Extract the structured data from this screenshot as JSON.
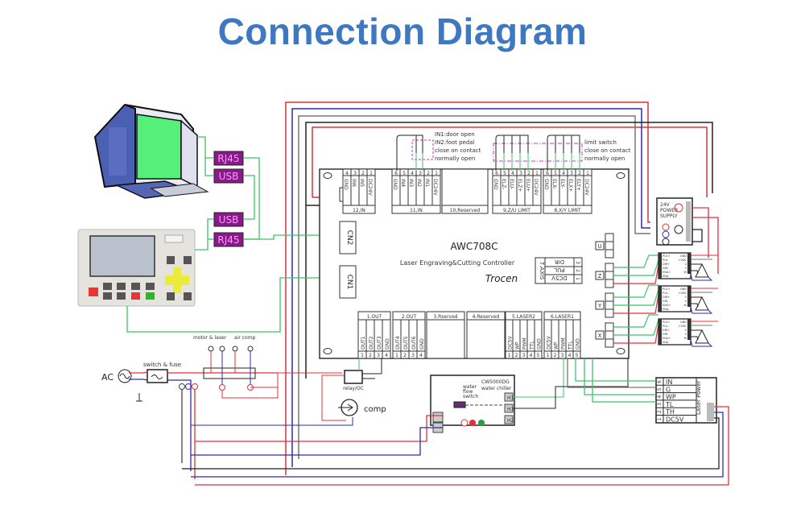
{
  "title": "Connection Diagram",
  "computer": {
    "ports": [
      "RJ45",
      "USB"
    ]
  },
  "panel": {
    "ports": [
      "USB",
      "RJ45"
    ]
  },
  "controller": {
    "model": "AWC708C",
    "subtitle": "Laser Engraving&Cutting Controller",
    "brand": "Trocen",
    "cn2": "CN2",
    "cn1": "CN1",
    "top_ports": [
      {
        "name": "12,IN",
        "pins": [
          "4",
          "3",
          "2",
          "1"
        ],
        "signals": [
          "GND",
          "IN6",
          "IN5",
          "DC24V"
        ]
      },
      {
        "name": "11,IN",
        "pins": [
          "6",
          "5",
          "4",
          "3",
          "2",
          "1"
        ],
        "signals": [
          "GND",
          "IN4",
          "IN3",
          "IN2",
          "IN1",
          "DC24V"
        ]
      },
      {
        "name": "10,Reserved",
        "pins": [],
        "signals": []
      },
      {
        "name": "9,Z/U LIMIT",
        "pins": [
          "6",
          "5",
          "4",
          "3",
          "2",
          "1"
        ],
        "signals": [
          "GND",
          "ELZ-",
          "ELU-",
          "ELZ+",
          "ELU+",
          "DC24V"
        ]
      },
      {
        "name": "8,X/Y LIMIT",
        "pins": [
          "6",
          "5",
          "4",
          "3",
          "2",
          "1"
        ],
        "signals": [
          "GND",
          "ELX-",
          "ELY-",
          "ELX+",
          "ELY+",
          "DC24V"
        ]
      }
    ],
    "bottom_ports": [
      {
        "name": "1.OUT",
        "pins": [
          "1",
          "2",
          "3",
          "4"
        ],
        "signals": [
          "OUT1",
          "OUT2",
          "OUT3",
          "GND"
        ]
      },
      {
        "name": "2.OUT",
        "pins": [
          "1",
          "2",
          "3",
          "4"
        ],
        "signals": [
          "OUT4",
          "OUT5",
          "OUT6",
          "GND"
        ]
      },
      {
        "name": "3.Rserved",
        "pins": [],
        "signals": []
      },
      {
        "name": "4.Reserved",
        "pins": [],
        "signals": []
      },
      {
        "name": "5.LASER2",
        "pins": [
          "1",
          "2",
          "3",
          "4",
          "5"
        ],
        "signals": [
          "DC5V",
          "WP",
          "PWM",
          "TTL",
          "GND"
        ]
      },
      {
        "name": "6.LASER1",
        "pins": [
          "1",
          "2",
          "3",
          "4",
          "5"
        ],
        "signals": [
          "DC5V",
          "WP",
          "PWM",
          "TTL",
          "GND"
        ]
      }
    ],
    "axis7": {
      "name": "7.AXIS",
      "pins": [
        "3",
        "2",
        "1"
      ],
      "signals": [
        "DIR",
        "PUL",
        "DC5V"
      ]
    },
    "axis_ports": [
      "U",
      "Z",
      "Y",
      "X"
    ],
    "power_pins": [
      "1",
      "2"
    ]
  },
  "annotations": {
    "inputs_note": [
      "IN1:door open",
      "IN2:foot pedal",
      "close on contact",
      "normally open"
    ],
    "limit_note": [
      "limit switch",
      "close on contact",
      "normally open"
    ],
    "motor_laser": "motor & laser",
    "air_comp": "air comp",
    "switch_fuse": "switch & fuse",
    "ac": "AC",
    "relay": "relay/OC",
    "comp": "comp"
  },
  "power_supply": {
    "label": [
      "24V",
      "POWER",
      "SUPPLY"
    ]
  },
  "drivers": {
    "count": 3,
    "left_pins": [
      "PUL+",
      "PUL-",
      "DIR+",
      "DIR-",
      "ENA+",
      "ENA-"
    ],
    "right_pins": [
      "GND",
      "+VDC",
      "U",
      "V",
      "W"
    ]
  },
  "chiller": {
    "label": [
      "CW5000DG",
      "water chiller"
    ],
    "switch_label": [
      "water",
      "flow",
      "switch"
    ],
    "terminals": [
      "H1",
      "H1",
      "H2"
    ]
  },
  "laser_power": {
    "title": "Laser Power",
    "pins": [
      "6",
      "5",
      "4",
      "3",
      "2",
      "1"
    ],
    "signals": [
      "IN",
      "G",
      "WP",
      "TL",
      "TH",
      "DC5V"
    ]
  },
  "colors": {
    "title": "#3d78c1",
    "wire_red": "#e0303a",
    "wire_blue": "#2c2ca8",
    "wire_green": "#3cc36a",
    "wire_black": "#222222",
    "wire_gray": "#777777",
    "port_purple": "#8a1a8a",
    "dashed_magenta": "#cc33cc"
  }
}
